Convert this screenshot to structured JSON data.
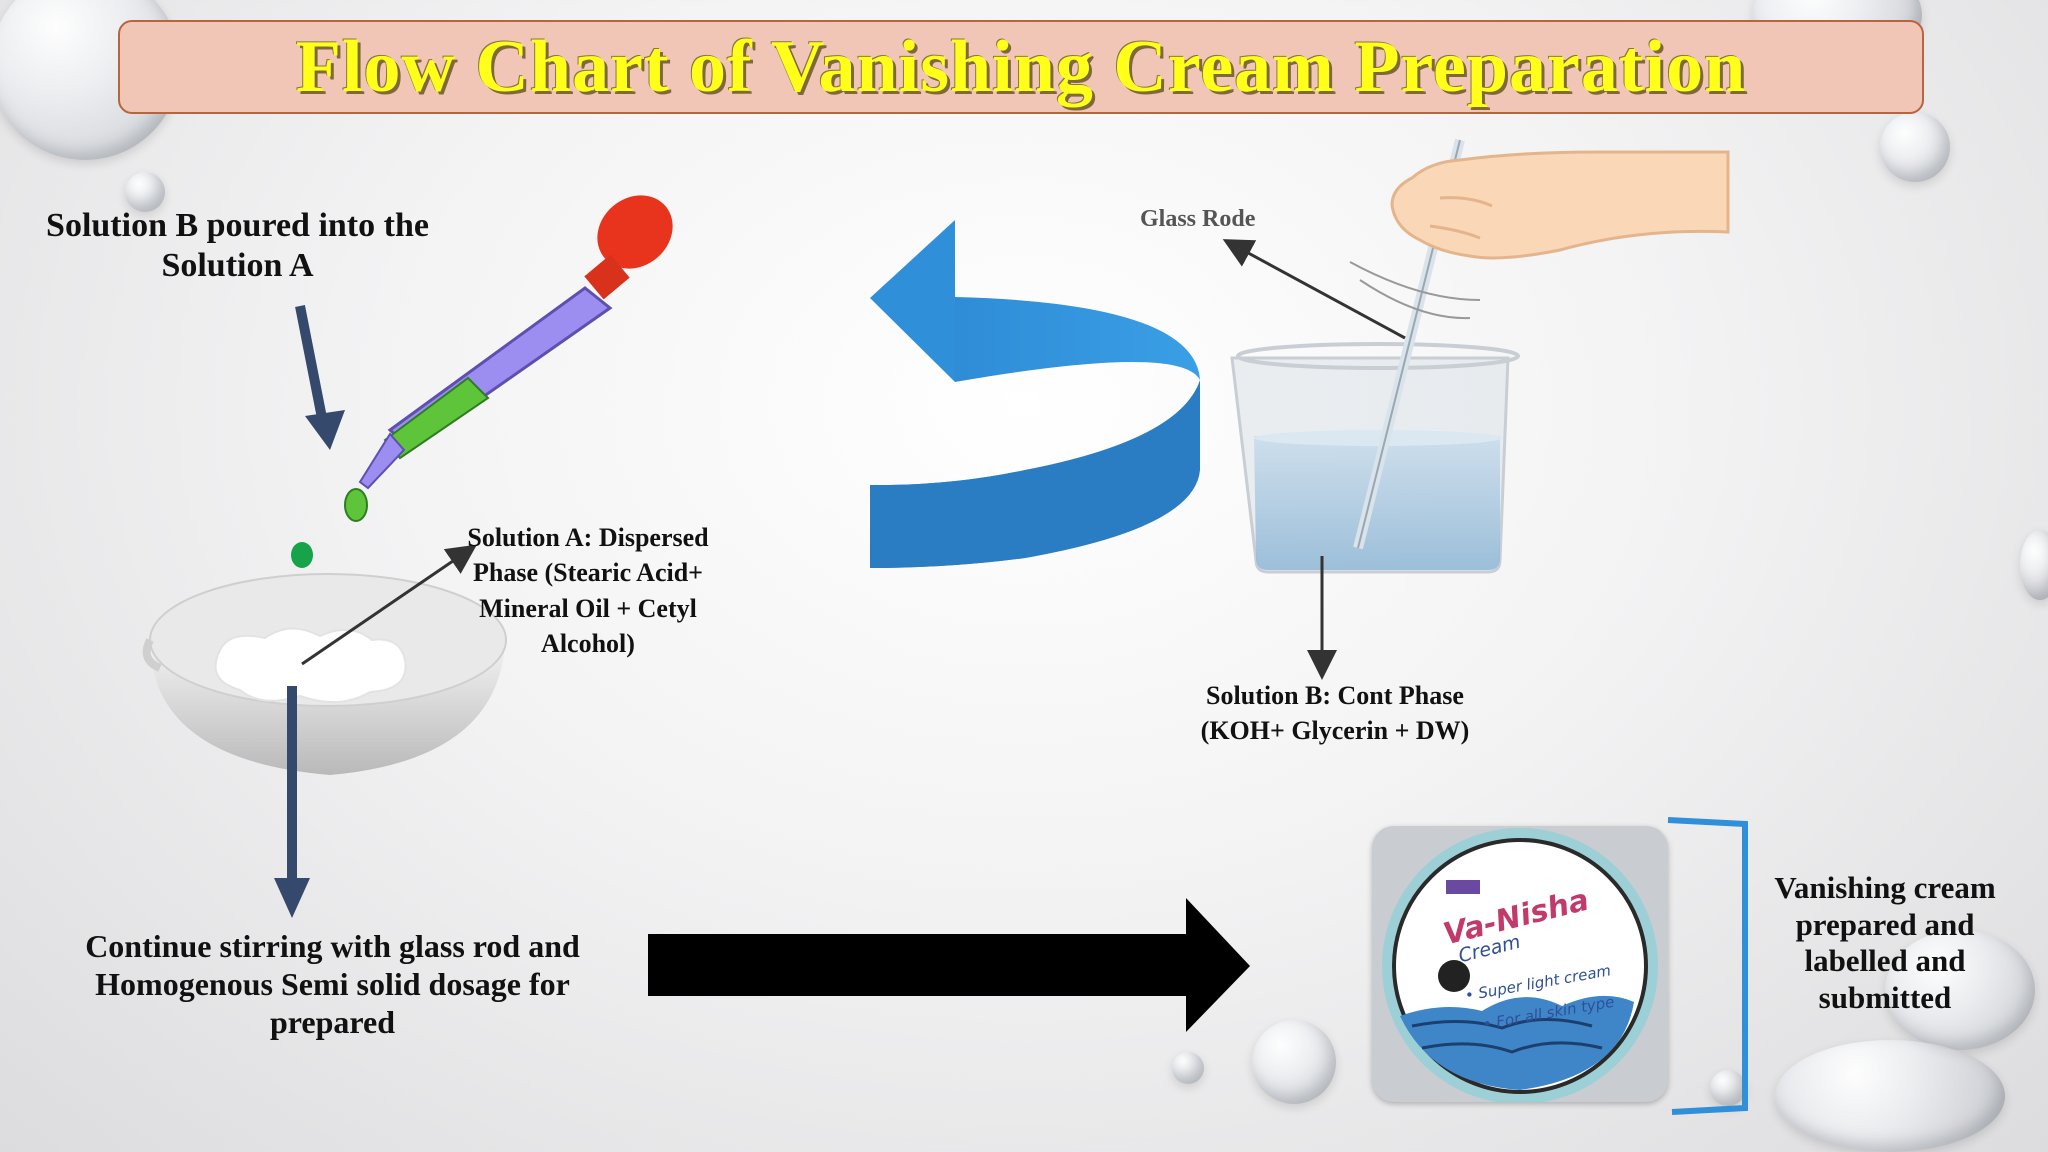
{
  "title": "Flow Chart of Vanishing Cream Preparation",
  "steps": {
    "pour": "Solution B poured into the Solution A",
    "solution_a": "Solution A: Dispersed Phase (Stearic Acid+ Mineral Oil + Cetyl Alcohol)",
    "glass_rod_label": "Glass Rode",
    "solution_b": "Solution B: Cont Phase (KOH+ Glycerin + DW)",
    "stirring": "Continue stirring with glass rod and Homogenous Semi solid dosage for prepared",
    "result": "Vanishing cream prepared and labelled and submitted"
  },
  "jar_label": {
    "brand": "Va-Nisha",
    "sub": "Cream",
    "bullet1": "• Super light cream",
    "bullet2": "• For all skin type"
  },
  "colors": {
    "title_text": "#ffff1a",
    "title_box": "#f2c6b6",
    "curved_arrow": "#2f8fd8",
    "down_arrow": "#34496b",
    "big_arrow": "#000000",
    "bracket": "#2f8fd8",
    "droplet": "#17a34a"
  },
  "icons": [
    "dropper-icon",
    "bowl-icon",
    "beaker-icon",
    "hand-icon",
    "glass-rod-icon",
    "cream-jar-icon"
  ]
}
